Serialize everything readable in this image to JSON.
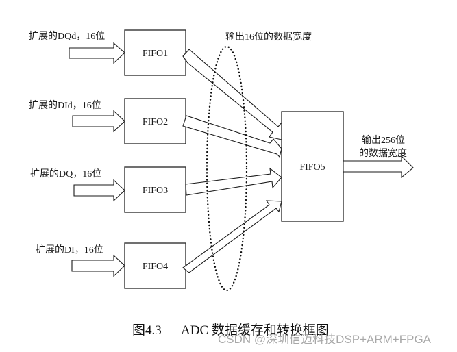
{
  "diagram": {
    "inputs": [
      {
        "label": "扩展的DQd，16位",
        "fifo": "FIFO1"
      },
      {
        "label": "扩展的DId，16位",
        "fifo": "FIFO2"
      },
      {
        "label": "扩展的DQ，16位",
        "fifo": "FIFO3"
      },
      {
        "label": "扩展的DI，16位",
        "fifo": "FIFO4"
      }
    ],
    "output_fifo": "FIFO5",
    "group_label": "输出16位的数据宽度",
    "output_label_line1": "输出256位",
    "output_label_line2": "的数据宽度"
  },
  "caption": {
    "figure_number": "图4.3",
    "title": "ADC 数据缓存和转换框图"
  },
  "watermark": "CSDN @深圳信迈科技DSP+ARM+FPGA"
}
